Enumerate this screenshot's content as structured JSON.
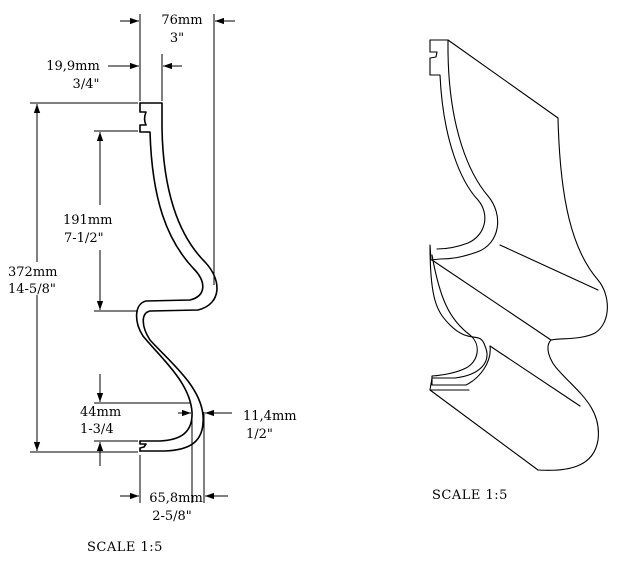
{
  "dimensions": {
    "total_width": {
      "metric": "76mm",
      "imperial": "3\""
    },
    "top_lip": {
      "metric": "19,9mm",
      "imperial": "3/4\""
    },
    "total_height": {
      "metric": "372mm",
      "imperial": "14-5/8\""
    },
    "upper_cove": {
      "metric": "191mm",
      "imperial": "7-1/2\""
    },
    "lower_bead": {
      "metric": "44mm",
      "imperial": "1-3/4"
    },
    "thickness": {
      "metric": "11,4mm",
      "imperial": "1/2\""
    },
    "bottom_width": {
      "metric": "65,8mm",
      "imperial": "2-5/8\""
    }
  },
  "scale_left": "SCALE  1:5",
  "scale_right": "SCALE  1:5"
}
